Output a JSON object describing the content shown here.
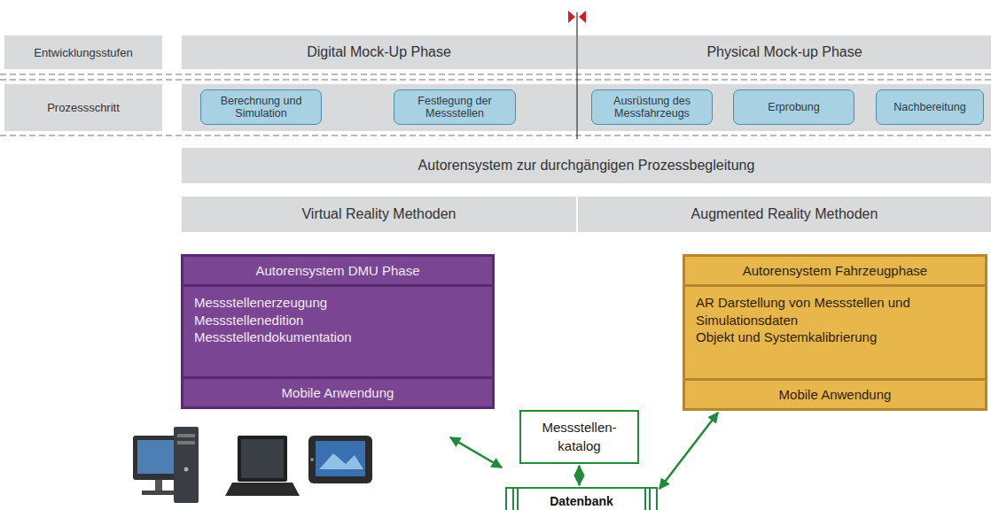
{
  "diagram": {
    "nodes": [
      {
        "text": [
          "Entwicklungsstufen"
        ]
      },
      {
        "text": [
          "Digital Mock-Up Phase"
        ]
      },
      {
        "text": [
          "Physical Mock-up Phase"
        ]
      },
      {
        "text": [
          "Prozessschritt"
        ]
      },
      {
        "text": [
          "Berechnung und Simulation"
        ]
      },
      {
        "text": [
          "Festlegung der Messstellen"
        ]
      },
      {
        "text": [
          "Ausrüstung des Messfahrzeugs"
        ]
      },
      {
        "text": [
          "Erprobung"
        ]
      },
      {
        "text": [
          "Nachbereitung"
        ]
      },
      {
        "text": [
          "Autorensystem zur durchgängigen Prozessbegleitung"
        ]
      },
      {
        "text": [
          "Virtual Reality Methoden"
        ]
      },
      {
        "text": [
          "Augmented Reality Methoden"
        ]
      },
      {
        "text": [
          "Autorensystem DMU Phase",
          "Messstellenerzeugung",
          "Messstellenedition",
          "Messstellendokumentation",
          "Mobile Anwendung"
        ]
      },
      {
        "text": [
          "Autorensystem Fahrzeugphase",
          "AR Darstellung von Messstellen und Simulationsdaten",
          "Objekt und Systemkalibrierung",
          "Mobile Anwendung"
        ]
      },
      {
        "text": [
          "Messstellen- katalog"
        ]
      },
      {
        "text": [
          "Datenbank"
        ]
      }
    ],
    "edges": [
      {
        "from": 14,
        "to": 15,
        "arrow": "both"
      },
      {
        "from": 15,
        "to": 13,
        "arrow": "both"
      }
    ]
  }
}
